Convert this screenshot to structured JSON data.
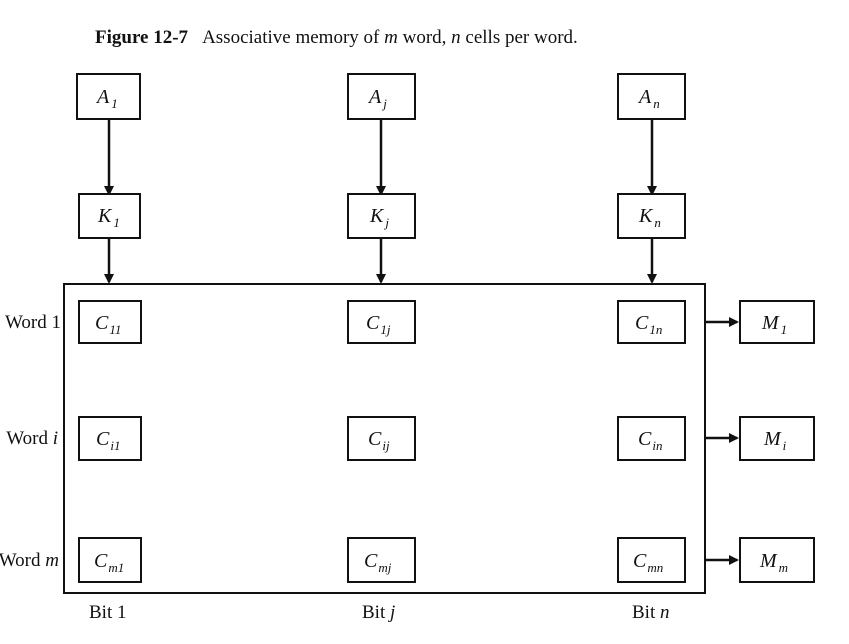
{
  "caption": {
    "figure": "Figure 12-7",
    "text_before": "Associative memory of ",
    "var_m": "m",
    "text_mid": " word, ",
    "var_n": "n",
    "text_after": " cells per word."
  },
  "argument_row": [
    {
      "base": "A",
      "sub": "1",
      "sub_italic": false
    },
    {
      "base": "A",
      "sub": "j",
      "sub_italic": true
    },
    {
      "base": "A",
      "sub": "n",
      "sub_italic": true
    }
  ],
  "key_row": [
    {
      "base": "K",
      "sub": "1",
      "sub_italic": false
    },
    {
      "base": "K",
      "sub": "j",
      "sub_italic": true
    },
    {
      "base": "K",
      "sub": "n",
      "sub_italic": true
    }
  ],
  "cells": [
    [
      {
        "base": "C",
        "sub": "11"
      },
      {
        "base": "C",
        "sub": "1j"
      },
      {
        "base": "C",
        "sub": "1n"
      }
    ],
    [
      {
        "base": "C",
        "sub": "i1"
      },
      {
        "base": "C",
        "sub": "ij"
      },
      {
        "base": "C",
        "sub": "in"
      }
    ],
    [
      {
        "base": "C",
        "sub": "m1"
      },
      {
        "base": "C",
        "sub": "mj"
      },
      {
        "base": "C",
        "sub": "mn"
      }
    ]
  ],
  "word_labels": [
    {
      "text": "Word ",
      "idx": "1",
      "idx_italic": false
    },
    {
      "text": "Word ",
      "idx": "i",
      "idx_italic": true
    },
    {
      "text": "Word ",
      "idx": "m",
      "idx_italic": true
    }
  ],
  "match_row": [
    {
      "base": "M",
      "sub": "1",
      "sub_italic": false
    },
    {
      "base": "M",
      "sub": "i",
      "sub_italic": true
    },
    {
      "base": "M",
      "sub": "m",
      "sub_italic": true
    }
  ],
  "bit_labels": [
    {
      "text": "Bit ",
      "idx": "1",
      "idx_italic": false
    },
    {
      "text": "Bit ",
      "idx": "j",
      "idx_italic": true
    },
    {
      "text": "Bit ",
      "idx": "n",
      "idx_italic": true
    }
  ]
}
